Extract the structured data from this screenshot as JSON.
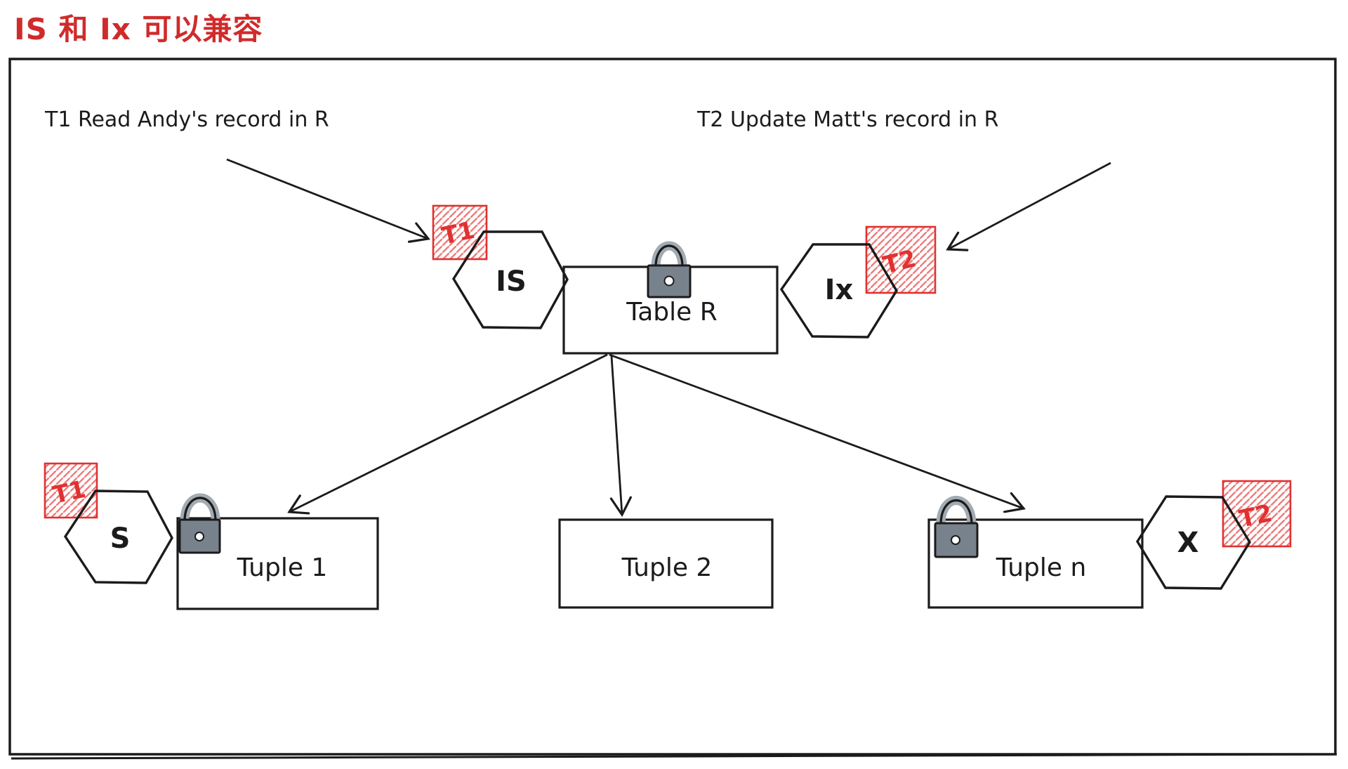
{
  "title": "IS 和 Ix 可以兼容",
  "colors": {
    "title_red": "#d02b2b",
    "badge_red": "#e03131",
    "hatch_red": "#ec7d7d",
    "ink": "#1b1b1b",
    "lock_body_gray": "#78828c",
    "lock_shackle_gray": "#a2aab2",
    "background": "#ffffff"
  },
  "annotations": {
    "t1_action": "T1 Read Andy's record in R",
    "t2_action": "T2 Update Matt's record in R"
  },
  "boxes": {
    "table_r": "Table R",
    "tuple_1": "Tuple 1",
    "tuple_2": "Tuple 2",
    "tuple_n": "Tuple n"
  },
  "lock_modes": {
    "intent_shared": "IS",
    "intent_exclusive": "Ix",
    "shared": "S",
    "exclusive": "X"
  },
  "transactions": {
    "t1": "T1",
    "t2": "T2"
  },
  "icons": {
    "lock": "padlock-icon"
  }
}
